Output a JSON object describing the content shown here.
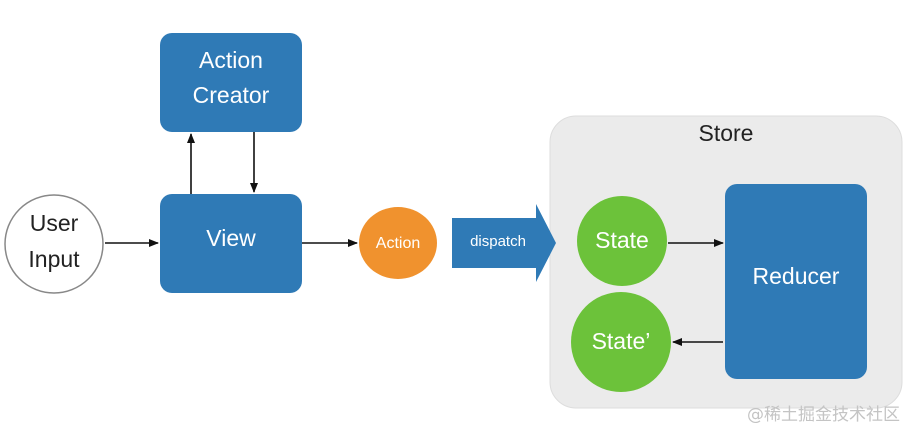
{
  "nodes": {
    "user_input": {
      "line1": "User",
      "line2": "Input"
    },
    "action_creator": {
      "line1": "Action",
      "line2": "Creator"
    },
    "view": {
      "label": "View"
    },
    "action": {
      "label": "Action"
    },
    "dispatch": {
      "label": "dispatch"
    },
    "store": {
      "label": "Store"
    },
    "state": {
      "label": "State"
    },
    "state_next": {
      "label": "State’"
    },
    "reducer": {
      "label": "Reducer"
    }
  },
  "watermark": "@稀土掘金技术社区",
  "colors": {
    "blue_box": "#2f7ab6",
    "orange_node": "#f0922e",
    "green_node": "#6cc23a",
    "store_bg": "#ebebeb",
    "arrow": "#111111",
    "user_input_border": "#888888"
  }
}
